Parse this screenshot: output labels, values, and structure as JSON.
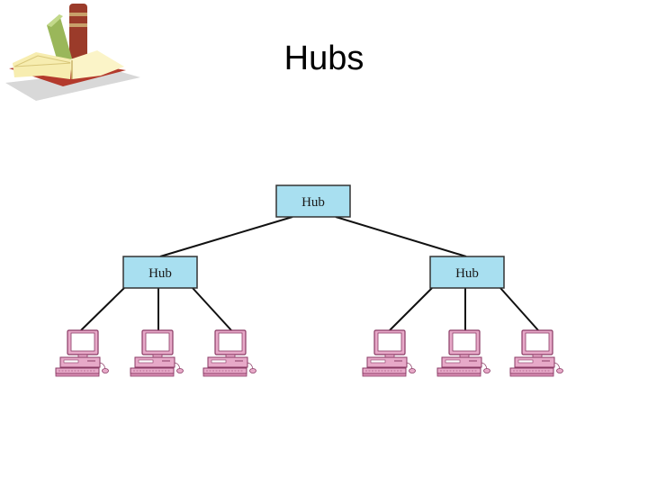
{
  "slide": {
    "title": "Hubs"
  },
  "diagram": {
    "root": {
      "label": "Hub"
    },
    "children": [
      {
        "label": "Hub",
        "computers": 3
      },
      {
        "label": "Hub",
        "computers": 3
      }
    ]
  },
  "colors": {
    "hub_fill": "#a8dff0",
    "hub_border": "#333333",
    "computer_pink": "#e7a9c8",
    "computer_border": "#8a3a64",
    "line": "#111111"
  },
  "icons": {
    "decoration": "books-icon",
    "node": "desktop-computer-icon"
  }
}
